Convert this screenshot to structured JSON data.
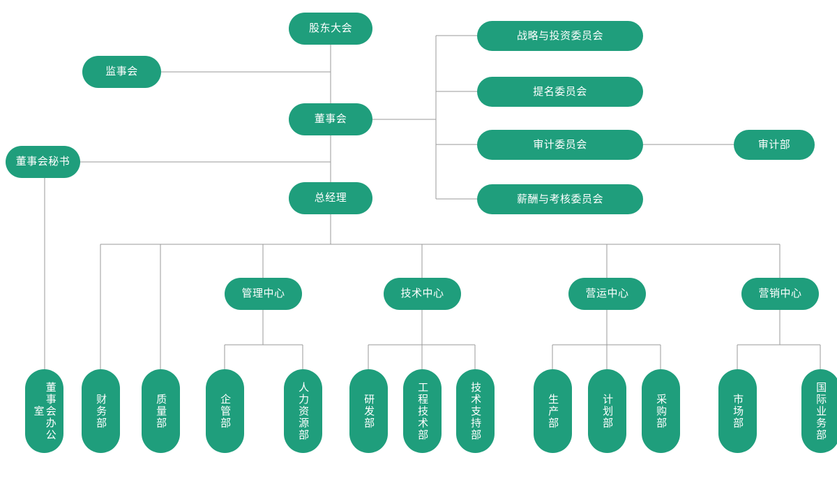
{
  "theme": {
    "node_fill": "#1F9E7C",
    "node_text": "#FFFFFF",
    "line_color": "#9A9A9A",
    "background": "#FFFFFF"
  },
  "nodes": {
    "shareholders_meeting": "股东大会",
    "supervisory_board": "监事会",
    "board_of_directors": "董事会",
    "board_secretary": "董事会秘书",
    "general_manager": "总经理",
    "audit_department": "审计部"
  },
  "committees": [
    {
      "id": "strategy-investment-committee",
      "label": "战略与投资委员会"
    },
    {
      "id": "nomination-committee",
      "label": "提名委员会"
    },
    {
      "id": "audit-committee",
      "label": "审计委员会"
    },
    {
      "id": "compensation-appraisal-committee",
      "label": "薪酬与考核委员会"
    }
  ],
  "centers": [
    {
      "id": "management-center",
      "label": "管理中心"
    },
    {
      "id": "technology-center",
      "label": "技术中心"
    },
    {
      "id": "operations-center",
      "label": "营运中心"
    },
    {
      "id": "marketing-center",
      "label": "营销中心"
    }
  ],
  "departments": [
    {
      "id": "board-office",
      "label": "董事会办公室",
      "parent": "board_secretary"
    },
    {
      "id": "finance-department",
      "label": "财务部",
      "parent": "general_manager"
    },
    {
      "id": "quality-department",
      "label": "质量部",
      "parent": "general_manager"
    },
    {
      "id": "enterprise-management-department",
      "label": "企管部",
      "parent": "management-center"
    },
    {
      "id": "human-resources-department",
      "label": "人力资源部",
      "parent": "management-center"
    },
    {
      "id": "rd-department",
      "label": "研发部",
      "parent": "technology-center"
    },
    {
      "id": "engineering-technology-department",
      "label": "工程技术部",
      "parent": "technology-center"
    },
    {
      "id": "technical-support-department",
      "label": "技术支持部",
      "parent": "technology-center"
    },
    {
      "id": "production-department",
      "label": "生产部",
      "parent": "operations-center"
    },
    {
      "id": "planning-department",
      "label": "计划部",
      "parent": "operations-center"
    },
    {
      "id": "procurement-department",
      "label": "采购部",
      "parent": "operations-center"
    },
    {
      "id": "market-department",
      "label": "市场部",
      "parent": "marketing-center"
    },
    {
      "id": "international-business-department",
      "label": "国际业务部",
      "parent": "marketing-center"
    }
  ]
}
